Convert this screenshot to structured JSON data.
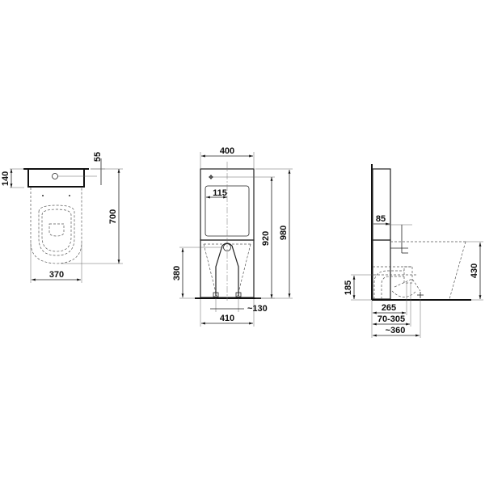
{
  "drawing": {
    "title": "Close-coupled toilet technical drawing",
    "stroke_color": "#111111",
    "background": "#ffffff",
    "views": {
      "top": {
        "label": "top-view",
        "dims": {
          "width": "370",
          "depth": "700",
          "tank_depth": "140",
          "inlet_offset": "55"
        }
      },
      "front": {
        "label": "front-view",
        "dims": {
          "tank_width": "400",
          "inlet_offset": "115",
          "inlet_height": "920",
          "total_height": "980",
          "outlet_height": "380",
          "foot_width": "410",
          "bolt_offset": "~130"
        }
      },
      "side": {
        "label": "side-view",
        "dims": {
          "inlet_wall_offset": "85",
          "seat_height": "430",
          "outlet_height": "185",
          "outlet_distance": "265",
          "outlet_range": "70-305",
          "bolt_distance": "~360"
        }
      }
    }
  }
}
